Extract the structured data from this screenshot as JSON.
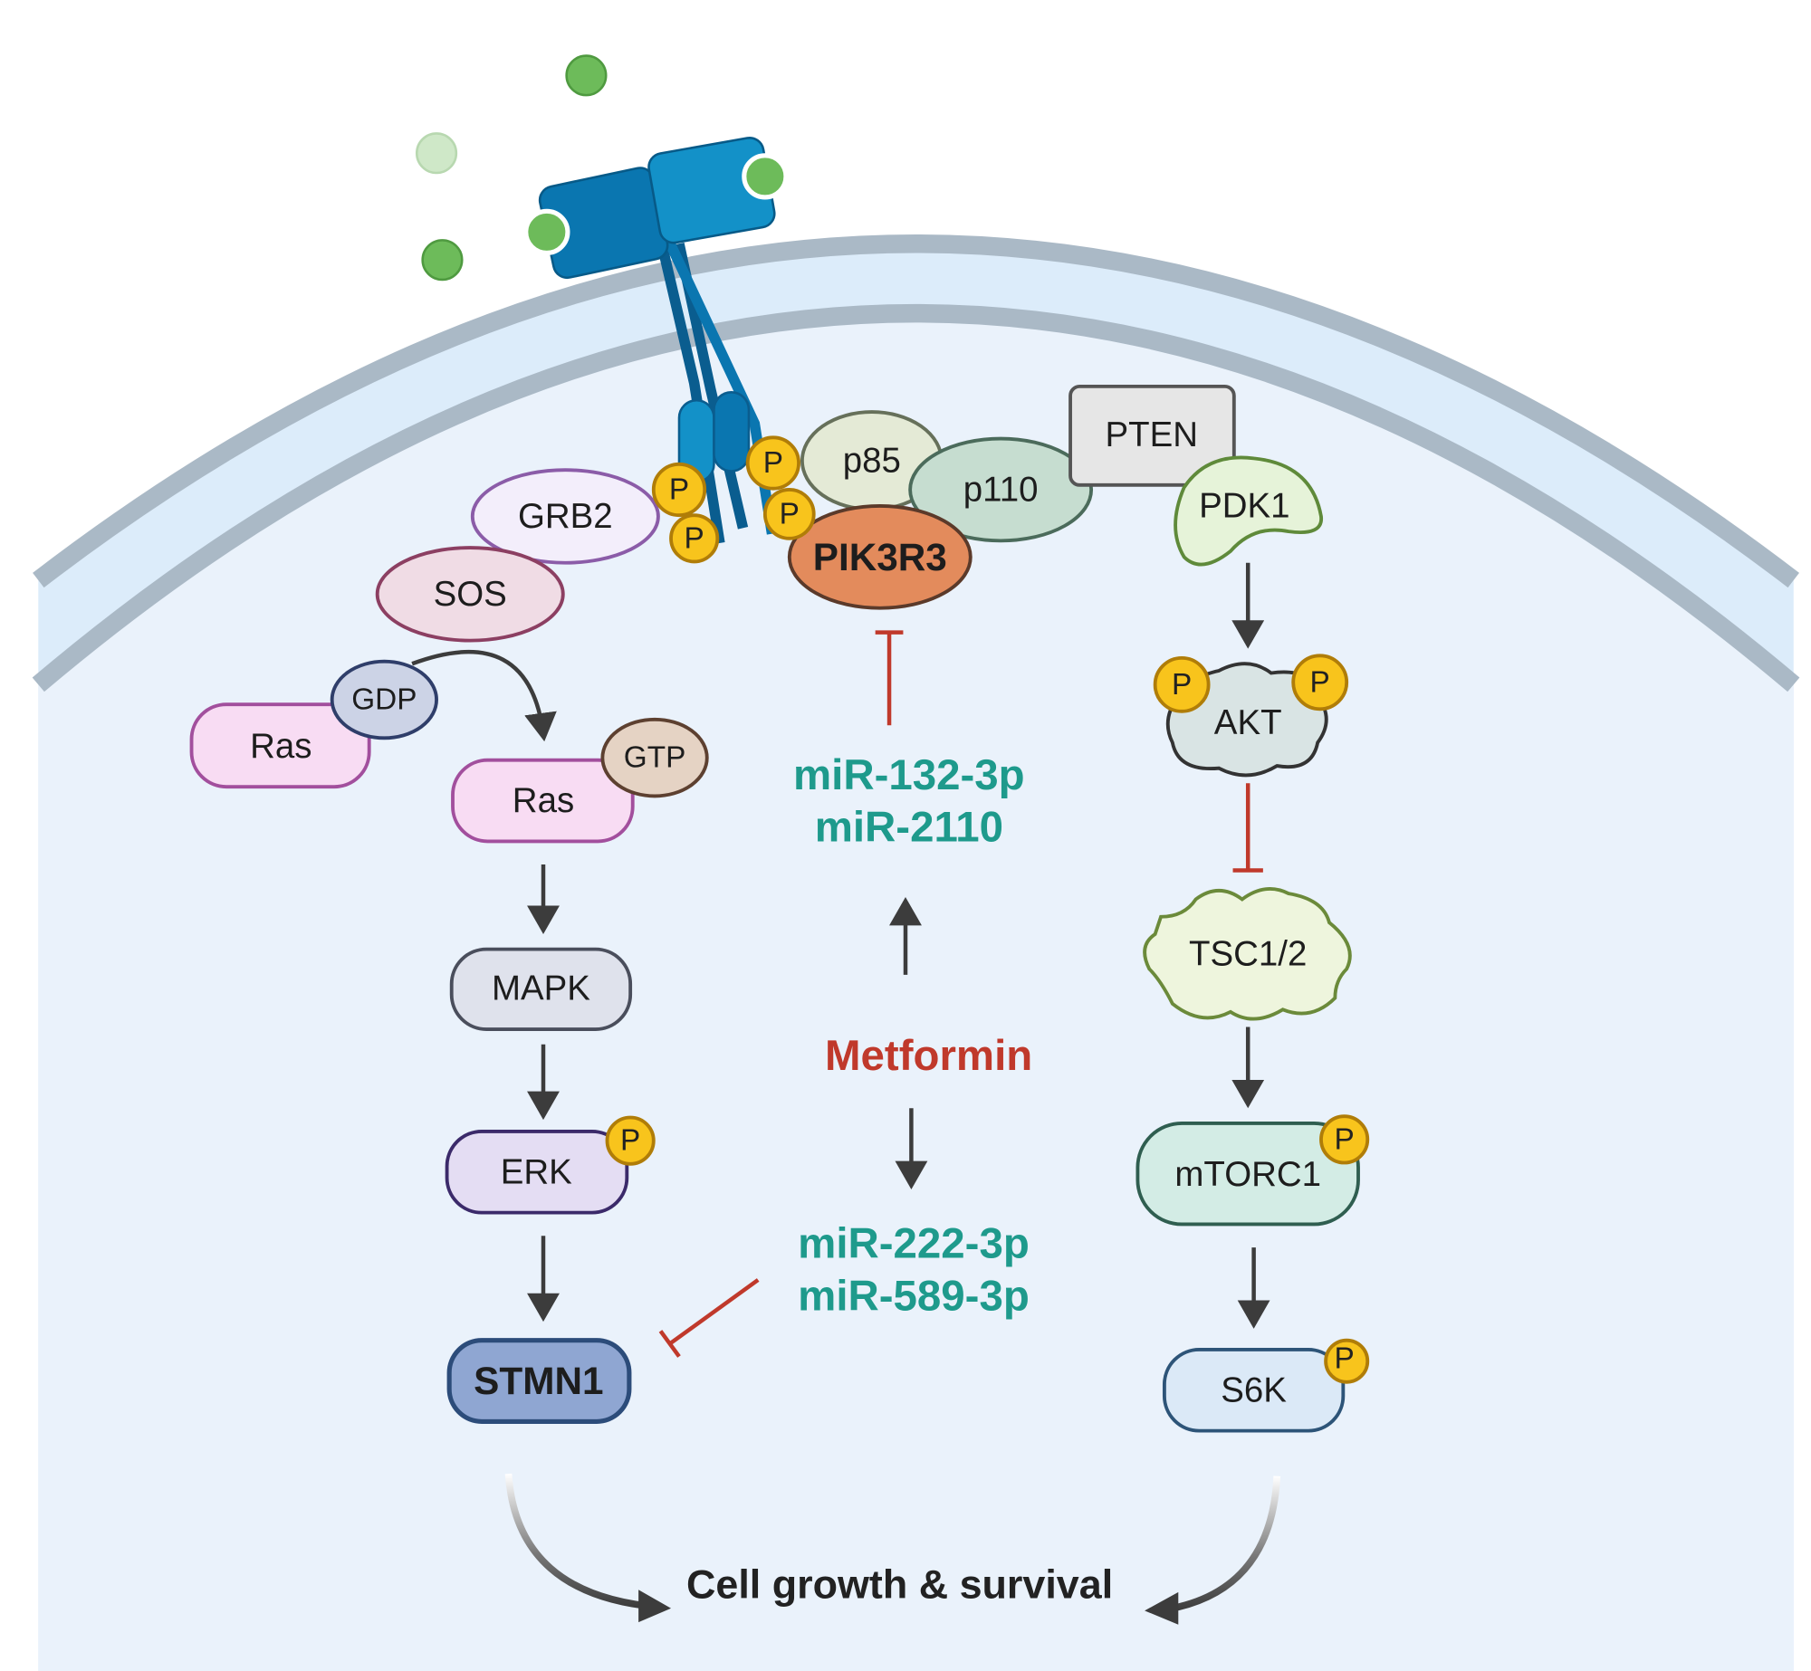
{
  "nodes": {
    "grb2": "GRB2",
    "sos": "SOS",
    "ras_gdp": "Ras",
    "gdp": "GDP",
    "ras_gtp": "Ras",
    "gtp": "GTP",
    "mapk": "MAPK",
    "erk": "ERK",
    "stmn1": "STMN1",
    "p85": "p85",
    "p110": "p110",
    "pik3r3": "PIK3R3",
    "pten": "PTEN",
    "pdk1": "PDK1",
    "akt": "AKT",
    "tsc": "TSC1/2",
    "mtorc1": "mTORC1",
    "s6k": "S6K"
  },
  "phospho_label": "P",
  "mirnas": {
    "upregulated": [
      "miR-132-3p",
      "miR-2110"
    ],
    "downregulated": [
      "miR-222-3p",
      "miR-589-3p"
    ]
  },
  "drug": "Metformin",
  "outcome": "Cell growth & survival",
  "colors": {
    "mirna": "#1e9a8c",
    "drug": "#c0392b",
    "inhibition": "#c0392b",
    "phospho": "#f8c41c",
    "receptor": "#0a76b0",
    "ligand": "#6dbb5a",
    "cytoplasm": "#eaf2fb",
    "membrane": "#aab9c6"
  }
}
